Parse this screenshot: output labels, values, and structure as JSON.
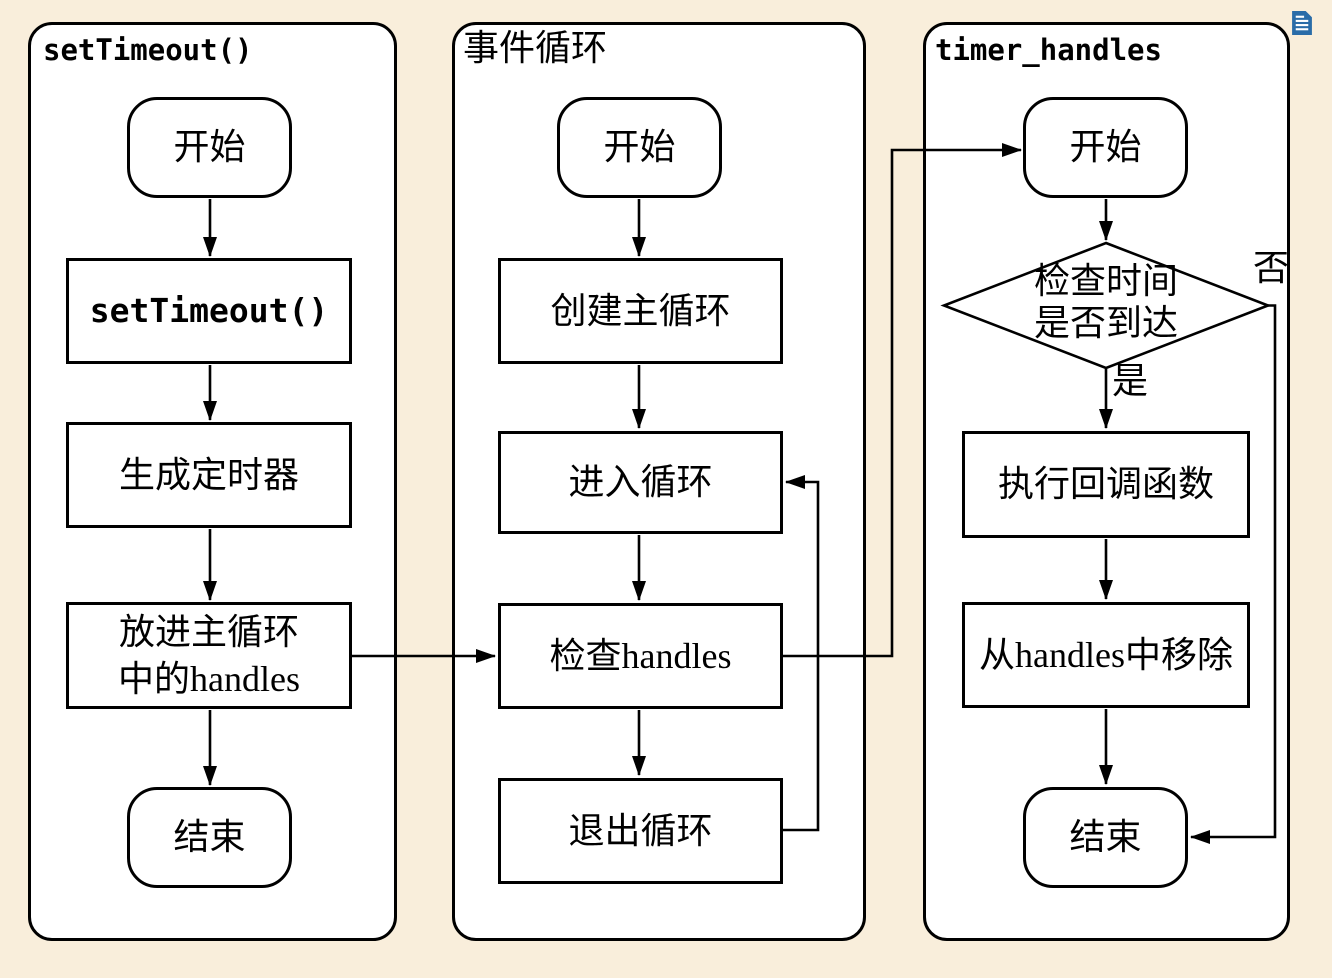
{
  "canvas": {
    "background_color": "#f9eedb",
    "panel_fill": "#ffffff",
    "stroke_color": "#000000"
  },
  "doc_icon": {
    "name": "document-icon",
    "color": "#2a6ca8"
  },
  "panels": [
    {
      "title": "setTimeout()",
      "nodes": [
        {
          "type": "terminal",
          "label": "开始"
        },
        {
          "type": "process",
          "label": "setTimeout()"
        },
        {
          "type": "process",
          "label": "生成定时器"
        },
        {
          "type": "process",
          "label": "放进主循环\n中的handles"
        },
        {
          "type": "terminal",
          "label": "结束"
        }
      ]
    },
    {
      "title": "事件循环",
      "nodes": [
        {
          "type": "terminal",
          "label": "开始"
        },
        {
          "type": "process",
          "label": "创建主循环"
        },
        {
          "type": "process",
          "label": "进入循环"
        },
        {
          "type": "process",
          "label": "检查handles"
        },
        {
          "type": "process",
          "label": "退出循环"
        }
      ]
    },
    {
      "title": "timer_handles",
      "nodes": [
        {
          "type": "terminal",
          "label": "开始"
        },
        {
          "type": "decision",
          "label": "检查时间\n是否到达"
        },
        {
          "type": "process",
          "label": "执行回调函数"
        },
        {
          "type": "process",
          "label": "从handles中移除"
        },
        {
          "type": "terminal",
          "label": "结束"
        }
      ],
      "branch_labels": {
        "yes": "是",
        "no": "否"
      }
    }
  ]
}
